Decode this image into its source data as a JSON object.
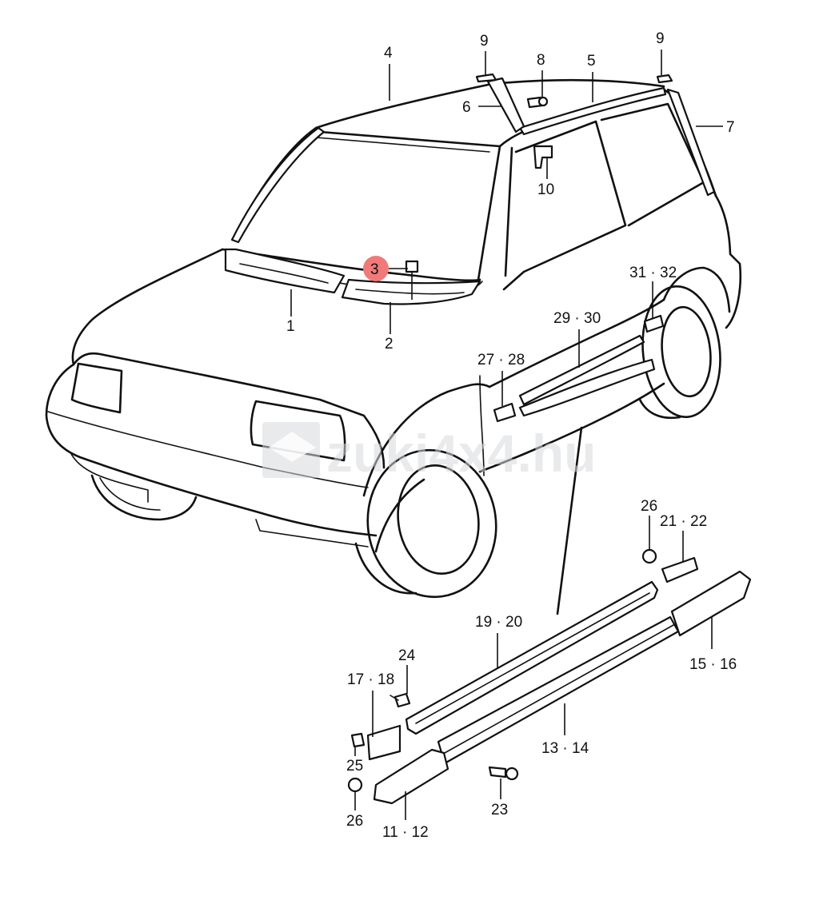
{
  "watermark": {
    "text": "zuki4x4.hu"
  },
  "highlight_color": "#f07a7a",
  "labels": {
    "1": "1",
    "2": "2",
    "3": "3",
    "4": "4",
    "5": "5",
    "6": "6",
    "7": "7",
    "8": "8",
    "9a": "9",
    "9b": "9",
    "10": "10",
    "11_12": "11 · 12",
    "13_14": "13 · 14",
    "15_16": "15 · 16",
    "17_18": "17 · 18",
    "19_20": "19 · 20",
    "21_22": "21 · 22",
    "23": "23",
    "24": "24",
    "25": "25",
    "26a": "26",
    "26b": "26",
    "27_28": "27 · 28",
    "29_30": "29 · 30",
    "31_32": "31 · 32"
  }
}
